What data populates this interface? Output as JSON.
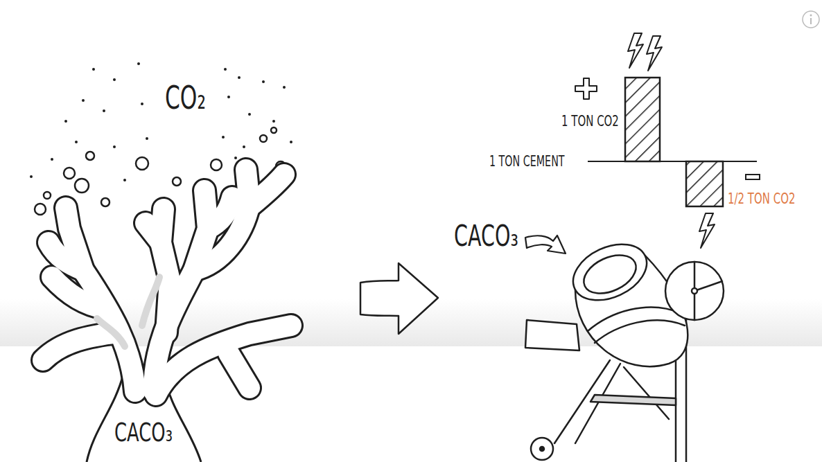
{
  "diagram": {
    "labels": [
      "CO₂",
      "CACO₃",
      "CACO₃",
      "1 TON CO2",
      "1 TON CEMENT",
      "1/2 TON CO2"
    ]
  }
}
